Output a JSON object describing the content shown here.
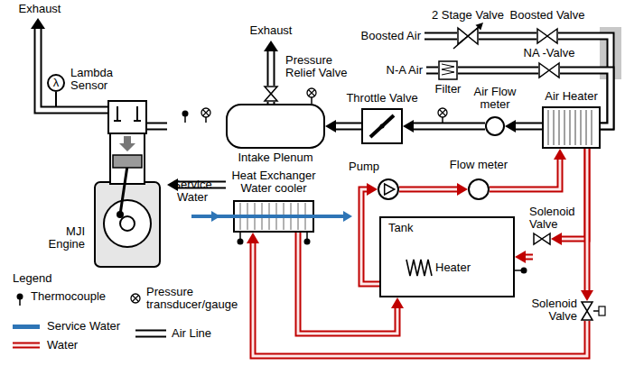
{
  "diagram": {
    "nodes": [
      {
        "text": [
          "2 Stage Valve"
        ]
      },
      {
        "text": [
          "Boosted Valve"
        ]
      },
      {
        "text": [
          "Filter"
        ]
      },
      {
        "text": [
          "NA -Valve"
        ]
      },
      {
        "text": [
          "Lambda Sensor",
          "λ"
        ]
      },
      {
        "text": [
          "Pressure Relief Valve"
        ]
      },
      {
        "text": [
          "Throttle Valve"
        ]
      },
      {
        "text": [
          "Air Flow meter"
        ]
      },
      {
        "text": [
          "Air Heater"
        ]
      },
      {
        "text": [
          "Intake Plenum"
        ]
      },
      {
        "text": [
          "MJI Engine"
        ]
      },
      {
        "text": [
          "Pump"
        ]
      },
      {
        "text": [
          "Flow meter"
        ]
      },
      {
        "text": [
          "Heat Exchanger Water cooler"
        ]
      },
      {
        "text": [
          "Tank"
        ]
      },
      {
        "text": [
          "Heater"
        ],
        "in": 14
      },
      {
        "text": [
          "Solenoid Valve"
        ]
      },
      {
        "text": [
          "Solenoid Valve"
        ]
      }
    ],
    "edges": [
      {
        "from": 0,
        "to": 1,
        "arrow": "none"
      },
      {
        "from": 1,
        "to": 8,
        "arrow": "none"
      },
      {
        "from": 2,
        "to": 3,
        "arrow": "none"
      },
      {
        "from": 3,
        "to": 8,
        "arrow": "none"
      },
      {
        "from": 8,
        "to": 7,
        "arrow": "to"
      },
      {
        "from": 7,
        "to": 6,
        "arrow": "to"
      },
      {
        "from": 6,
        "to": 9,
        "arrow": "to"
      },
      {
        "from": 9,
        "to": 10,
        "arrow": "to"
      },
      {
        "from": 9,
        "to": 5,
        "arrow": "none"
      },
      {
        "from": 14,
        "to": 11,
        "arrow": "to"
      },
      {
        "from": 11,
        "to": 12,
        "arrow": "to"
      },
      {
        "from": 12,
        "to": 8,
        "arrow": "to"
      },
      {
        "from": 8,
        "to": 16,
        "arrow": "to"
      },
      {
        "from": 16,
        "to": 14,
        "arrow": "to"
      },
      {
        "from": 8,
        "to": 17,
        "arrow": "to"
      },
      {
        "from": 17,
        "to": 13,
        "arrow": "to"
      },
      {
        "from": 13,
        "to": 14,
        "arrow": "to"
      }
    ],
    "labels": [
      "Exhaust",
      "Exhaust",
      "Boosted Air",
      "N-A Air",
      "Service Water",
      "Legend"
    ],
    "legend": [
      {
        "text": "Thermocouple"
      },
      {
        "text": "Pressure transducer/gauge"
      },
      {
        "text": "Service Water",
        "color": "#2e75b6"
      },
      {
        "text": "Water"
      },
      {
        "text": "Air Line"
      }
    ]
  }
}
